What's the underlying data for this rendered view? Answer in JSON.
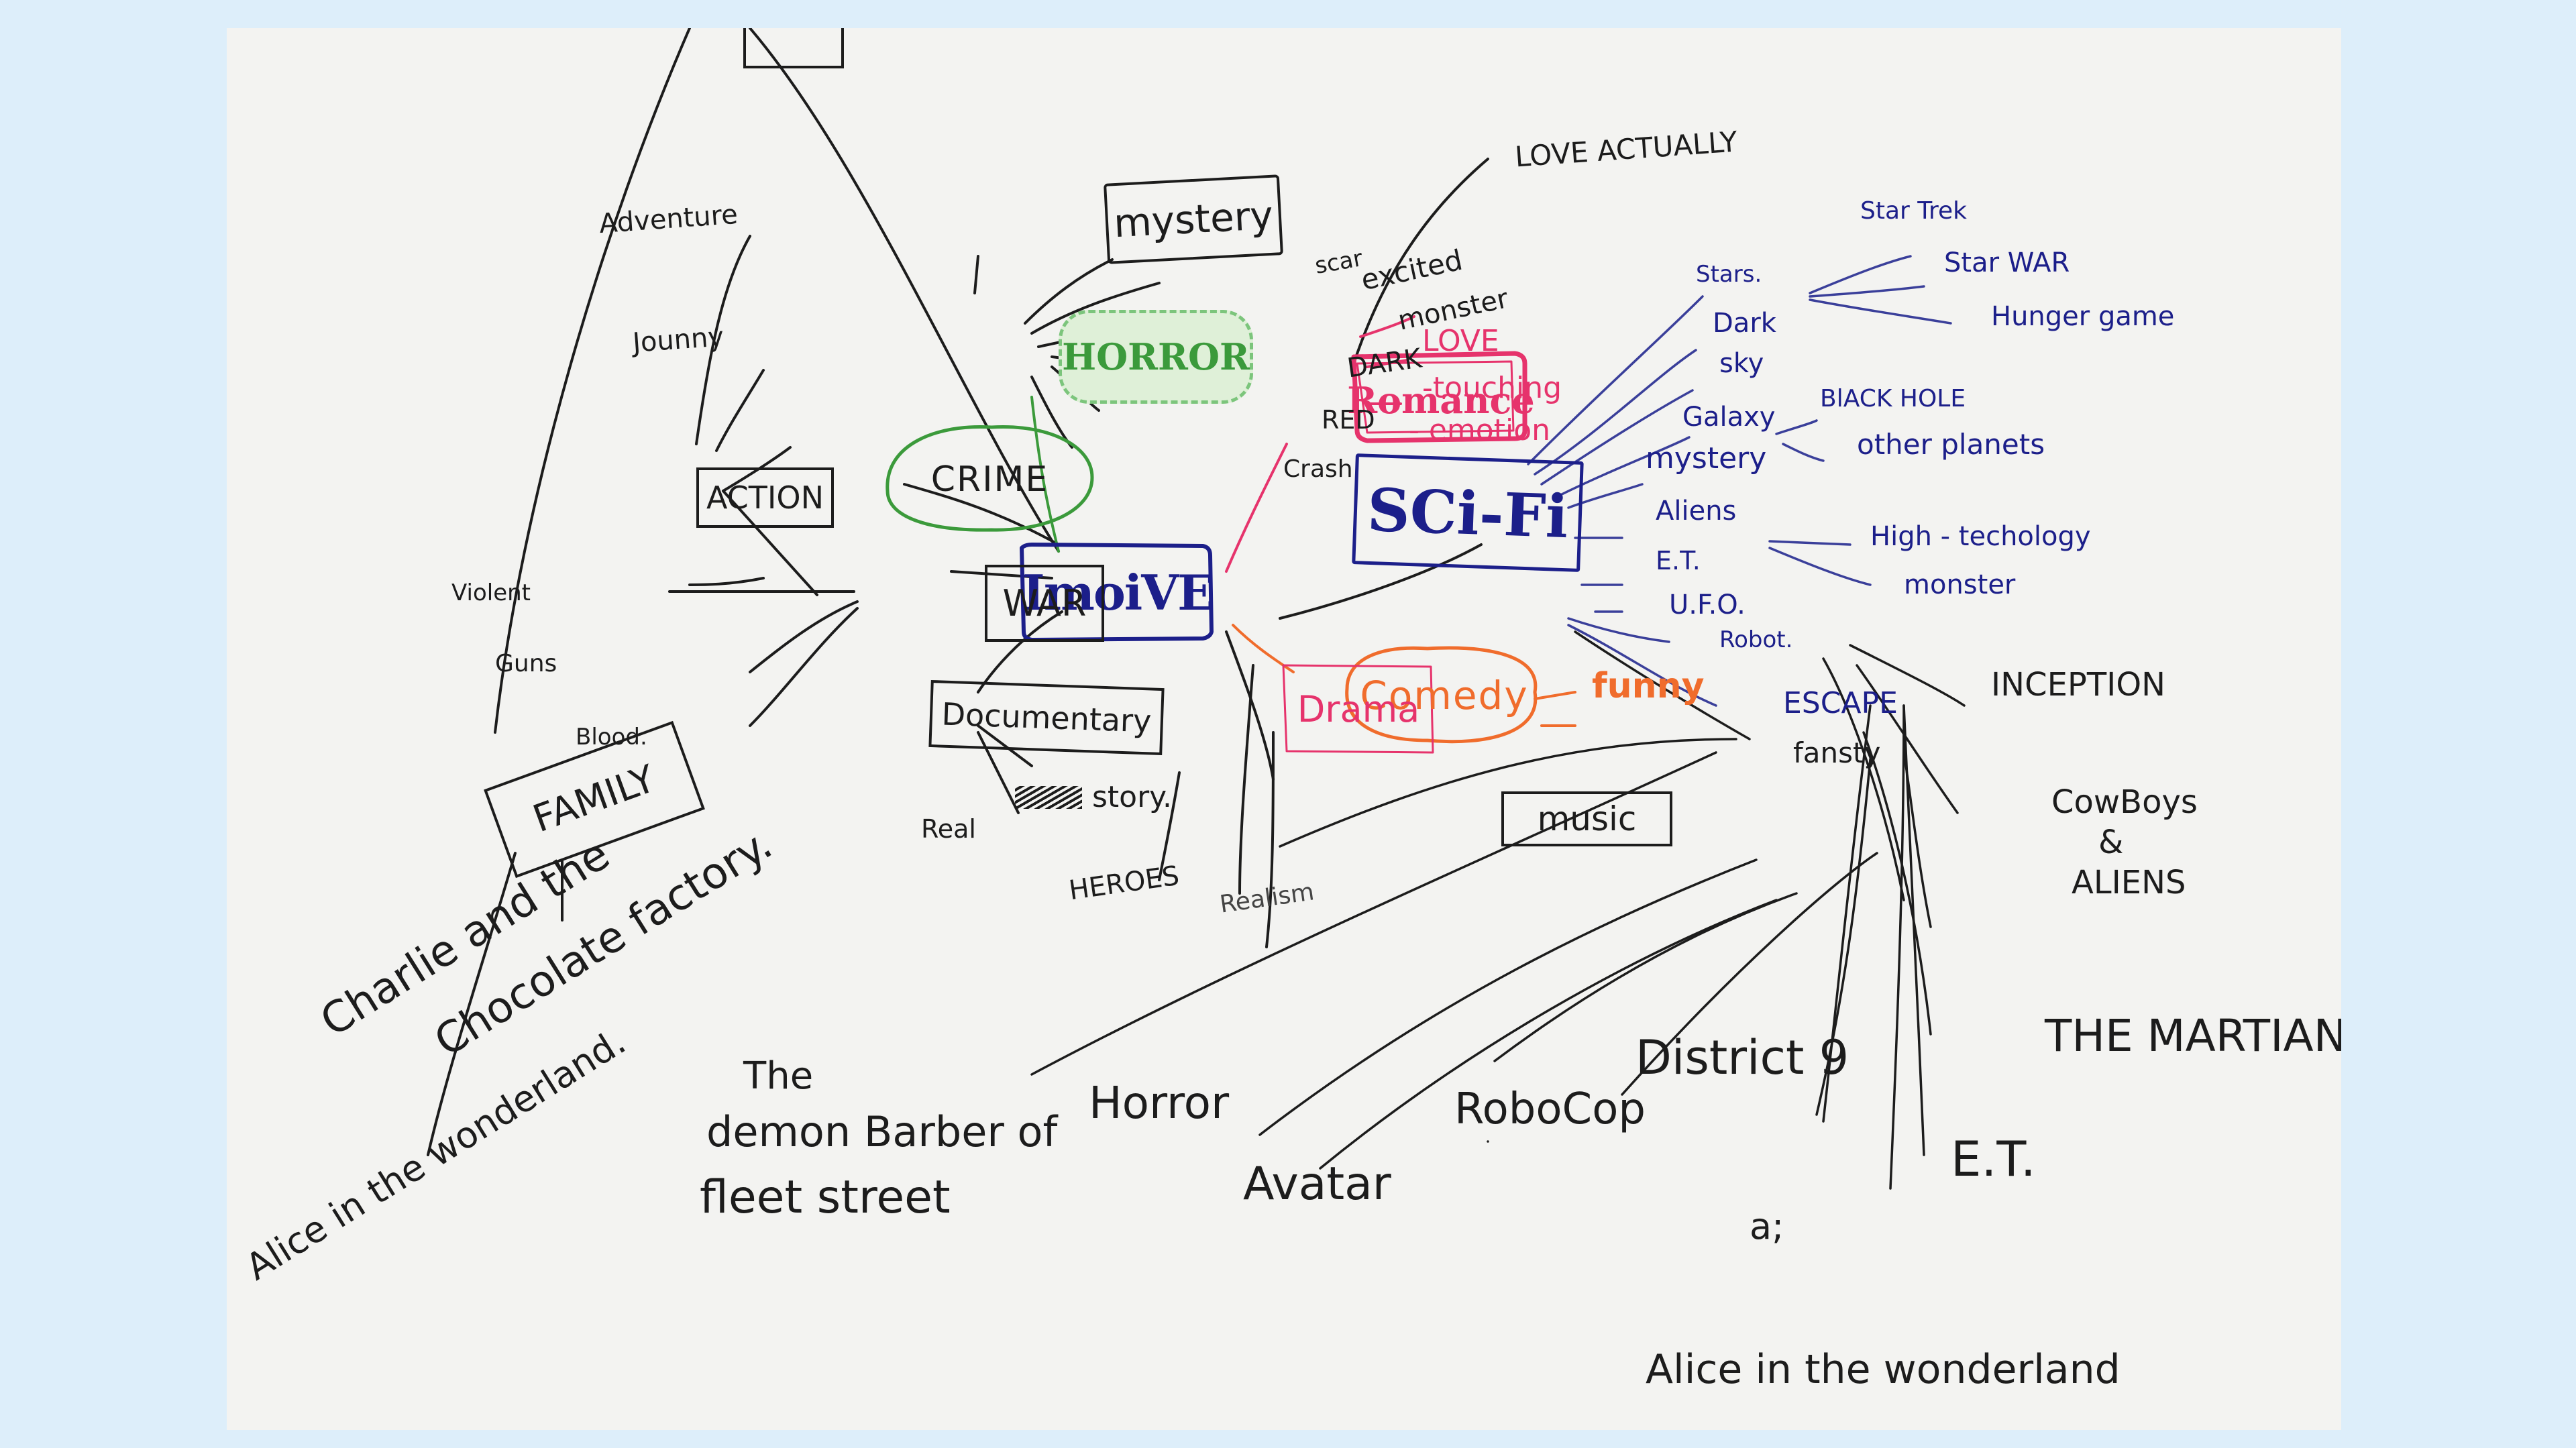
{
  "colors": {
    "background": "#ddeefa",
    "paper": "#f3f3f1",
    "ink_black": "#1c1c1c",
    "ink_blue": "#1c1f8a",
    "ink_green": "#3b9a3b",
    "ink_pink": "#e6336c",
    "ink_orange": "#f06c2c",
    "ink_gray": "#555555"
  },
  "center": {
    "label": "ImoiVE"
  },
  "genres": {
    "scifi": "SCi-Fi",
    "romance": "Romance",
    "comedy": "Comedy",
    "drama": "Drama",
    "horror": "HORROR",
    "mystery": "mystery",
    "crime": "CRIME",
    "action": "ACTION",
    "war": "WAR",
    "documentary": "Documentary",
    "music": "music",
    "family": "FAMILY"
  },
  "horror_words": [
    "scar",
    "excited",
    "monster",
    "DARK",
    "RED",
    "Crash"
  ],
  "romance_words": [
    "LOVE",
    "-touching",
    "- emotion"
  ],
  "romance_movie": "LOVE ACTUALLY",
  "comedy_word": "funny",
  "action_words": [
    "Adventure",
    "Jounny"
  ],
  "war_words": [
    "Violent",
    "Guns",
    "Blood."
  ],
  "documentary_words": [
    "Real",
    "story.",
    "HEROES"
  ],
  "drama_word": "Realism",
  "scifi_words": {
    "stars": "Stars.",
    "dark": "Dark",
    "sky": "sky",
    "galaxy": "Galaxy",
    "mystery": "mystery",
    "aliens": "Aliens",
    "et": "E.T.",
    "ufo": "U.F.O.",
    "robot": "Robot.",
    "escape": "ESCAPE",
    "fantasy": "fansty",
    "star_trek": "Star Trek",
    "star_war": "Star WAR",
    "hunger_game": "Hunger game",
    "black_hole": "BlACK HOLE",
    "other_planets": "other planets",
    "high_tech": "High - techology",
    "monster": "monster"
  },
  "movies": {
    "inception": "INCEPTION",
    "cowboys": [
      "CowBoys",
      "&",
      "ALIENS"
    ],
    "martian": "THE MARTIAN",
    "et": "E.T.",
    "district": "District 9",
    "robocop": "RoboCop",
    "avatar": "Avatar",
    "horror": "Horror",
    "demon_barber": [
      "The",
      "demon Barber of",
      "fleet street"
    ],
    "alice_bottom": "Alice in the wonderland",
    "mark": "a;",
    "charlie": [
      "Charlie and the",
      "Chocolate factory."
    ],
    "alice_left": "Alice in the wonderland."
  }
}
